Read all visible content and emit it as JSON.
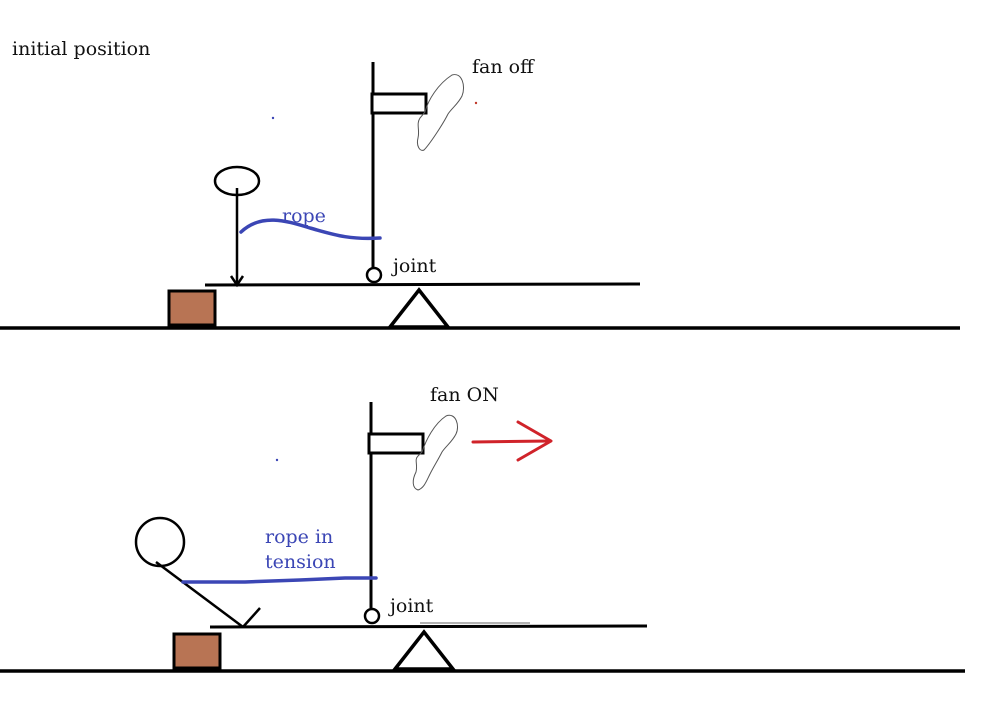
{
  "title": "initial position",
  "colors": {
    "line": "#000000",
    "rope": "#3b46b5",
    "box_fill": "#b87454",
    "arrow": "#d0232a",
    "flame_outline": "#555555",
    "background": "#ffffff"
  },
  "panels": [
    {
      "state": "initial",
      "fan_label": "fan off",
      "rope_label_lines": [
        "rope"
      ],
      "joint_label": "joint"
    },
    {
      "state": "fan-on",
      "fan_label": "fan ON",
      "rope_label_lines": [
        "rope in",
        "tension"
      ],
      "joint_label": "joint",
      "wind_arrow": "right-arrow"
    }
  ]
}
